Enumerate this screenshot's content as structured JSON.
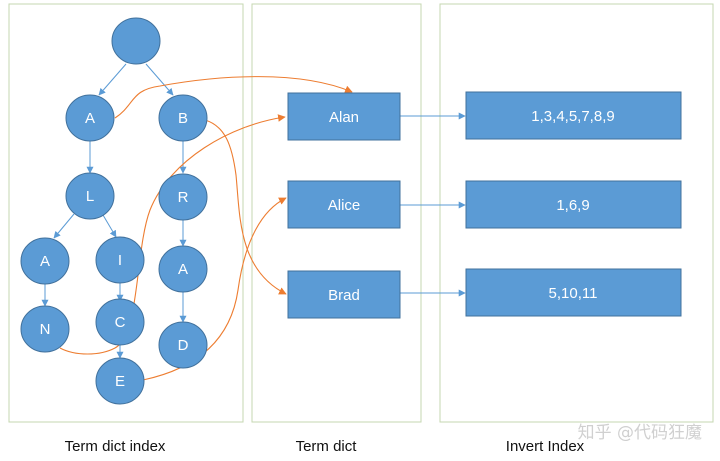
{
  "panels": {
    "term_dict_index": {
      "caption": "Term dict index",
      "nodes": {
        "root": "",
        "a": "A",
        "b": "B",
        "l": "L",
        "r": "R",
        "a2": "A",
        "i": "I",
        "a3": "A",
        "n": "N",
        "c": "C",
        "d": "D",
        "e": "E"
      }
    },
    "term_dict": {
      "caption": "Term dict",
      "terms": [
        "Alan",
        "Alice",
        "Brad"
      ]
    },
    "invert_index": {
      "caption": "Invert Index",
      "postings": [
        "1,3,4,5,7,8,9",
        "1,6,9",
        "5,10,11"
      ]
    }
  },
  "watermark": "知乎 @代码狂魔",
  "colors": {
    "node_fill": "#5b9bd5",
    "node_stroke": "#41719c",
    "tree_edge": "#5b9bd5",
    "term_link": "#ed7d31",
    "panel_border": "#c5d7b0"
  }
}
